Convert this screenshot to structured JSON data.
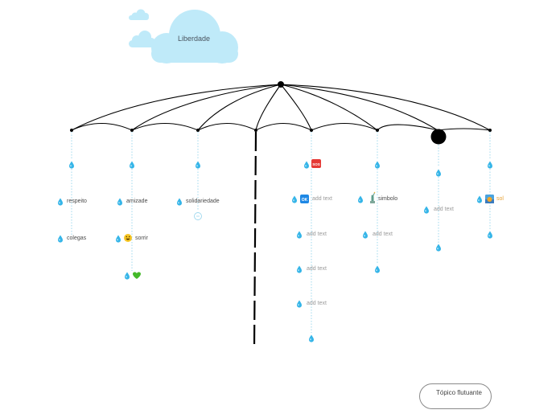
{
  "title": "Liberdade",
  "floating_topic": "Tópico flutuante",
  "labels": {
    "respeito": "respeito",
    "colegas": "colegas",
    "amizade": "amizade",
    "sorrir": "sorrir",
    "solidariedade": "solidariedade",
    "simbolo": "simbolo",
    "sol": "sol",
    "add_text": "add text"
  },
  "icons": {
    "drop": "water-drop-icon",
    "sos": "sos-icon",
    "ok": "ok-icon",
    "statue": "statue-of-liberty-icon",
    "smile": "smiling-face-icon",
    "heart": "green-heart-icon",
    "sunrise": "sunrise-icon"
  },
  "colors": {
    "cloud": "#bfeaf9",
    "drop": "#35b5e8",
    "dotted_line": "#9fd8ee",
    "umbrella": "#000000",
    "sos": "#e53935",
    "ok": "#1e88e5",
    "heart": "#43b929",
    "sol_text": "#e8a33a"
  }
}
